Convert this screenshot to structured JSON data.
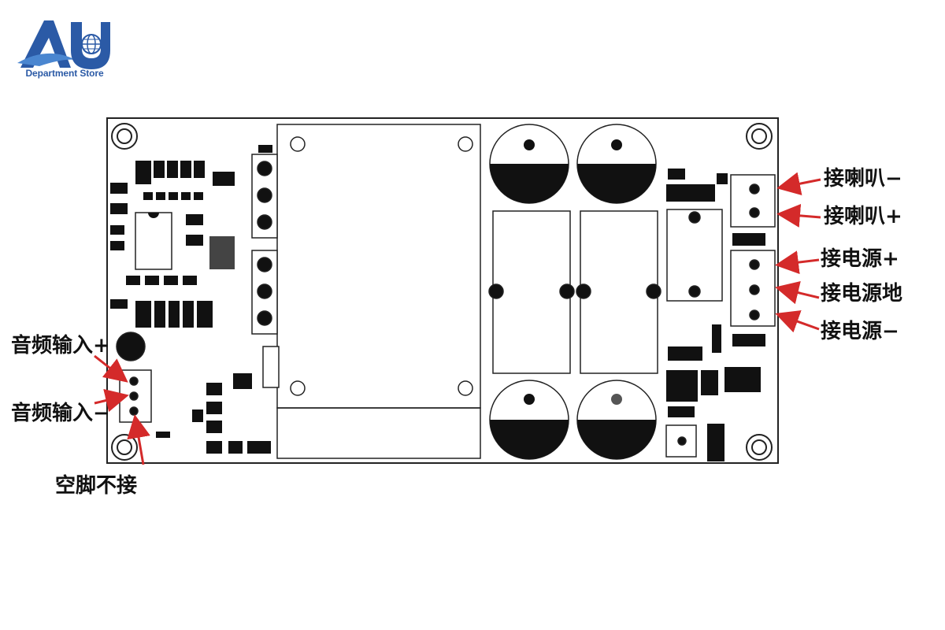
{
  "brand": {
    "logo_letters": "AU",
    "name": "Department Store",
    "color": "#2b5aa6"
  },
  "colors": {
    "arrow": "#d42a2a",
    "ink": "#111111",
    "board_line": "#222222"
  },
  "labels": {
    "speaker_neg": "接喇叭−",
    "speaker_pos": "接喇叭+",
    "power_pos": "接电源+",
    "power_gnd": "接电源地",
    "power_neg": "接电源−",
    "audio_pos": "音频输入+",
    "audio_neg": "音频输入−",
    "empty_pin": "空脚不接"
  }
}
